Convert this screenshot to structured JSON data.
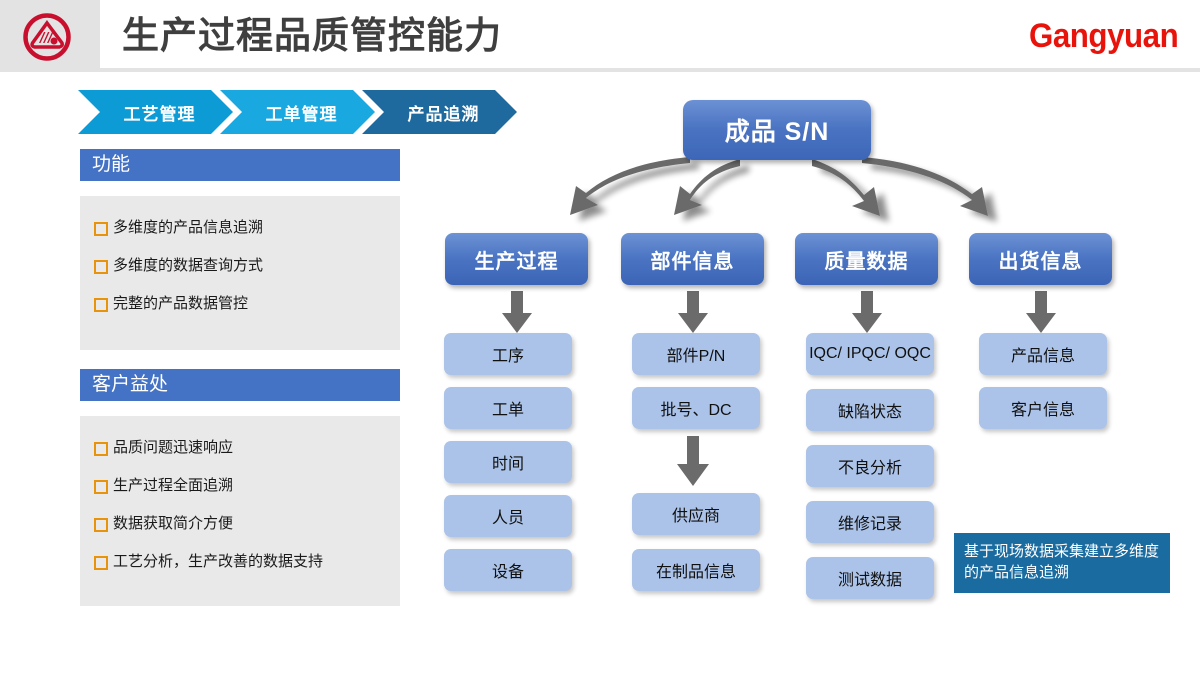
{
  "header": {
    "title": "生产过程品质管控能力",
    "brand": "Gangyuan",
    "logo_icon": "gangyuan-circle-logo-icon",
    "logo_color": "#c8102e",
    "brand_color": "#e8140c",
    "title_color": "#3f3f3f"
  },
  "breadcrumb": {
    "items": [
      {
        "label": "工艺管理",
        "color": "#0d9bd6",
        "active": false
      },
      {
        "label": "工单管理",
        "color": "#1aa8e0",
        "active": false
      },
      {
        "label": "产品追溯",
        "color": "#1e6a9e",
        "active": true
      }
    ]
  },
  "panels": {
    "accent_color": "#4472c4",
    "bullet_color": "#e8930c",
    "body_bg": "#e9e9e9",
    "function": {
      "heading": "功能",
      "items": [
        "多维度的产品信息追溯",
        "多维度的数据查询方式",
        "完整的产品数据管控"
      ]
    },
    "benefit": {
      "heading": "客户益处",
      "items": [
        "品质问题迅速响应",
        "生产过程全面追溯",
        "数据获取简介方便",
        "工艺分析，生产改善的数据支持"
      ]
    }
  },
  "diagram": {
    "node_color": "#4a74c2",
    "leaf_color": "#abc3e8",
    "arrow_color": "#6b6b6b",
    "root": {
      "label": "成品 S/N"
    },
    "columns": [
      {
        "category": "生产过程",
        "leaves": [
          "工序",
          "工单",
          "时间",
          "人员",
          "设备"
        ],
        "mid_arrow": false
      },
      {
        "category": "部件信息",
        "leaves": [
          "部件P/N",
          "批号、DC",
          "供应商",
          "在制品信息"
        ],
        "mid_arrow": true
      },
      {
        "category": "质量数据",
        "leaves": [
          "IQC/ IPQC/ OQC",
          "缺陷状态",
          "不良分析",
          "维修记录",
          "测试数据"
        ],
        "mid_arrow": false
      },
      {
        "category": "出货信息",
        "leaves": [
          "产品信息",
          "客户信息"
        ],
        "mid_arrow": false
      }
    ],
    "callout": {
      "text": "基于现场数据采集建立多维度的产品信息追溯",
      "color": "#1a6ba0"
    }
  }
}
